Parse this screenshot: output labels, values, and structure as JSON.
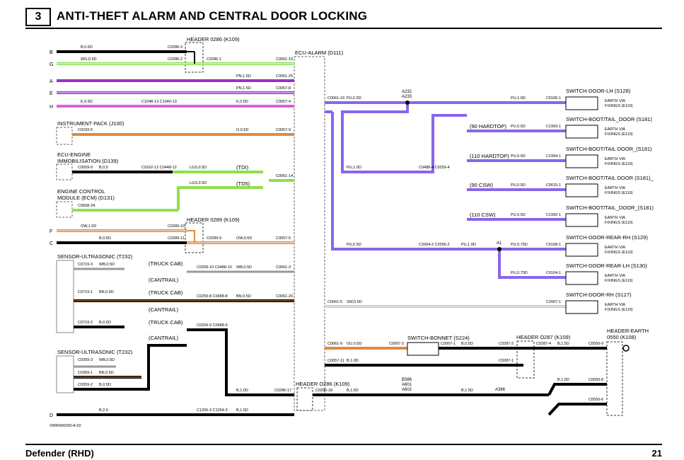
{
  "header": {
    "section_number": "3",
    "title": "ANTI-THEFT ALARM AND CENTRAL DOOR LOCKING"
  },
  "footer": {
    "model": "Defender (RHD)",
    "page": "21",
    "ref": "VWR000200-A-02"
  },
  "colors": {
    "purple": "#8866ee",
    "magenta": "#9b30c8",
    "pink": "#e060d8",
    "orange": "#e08a3c",
    "green": "#8ee04c",
    "grey": "#b8c2cc",
    "black": "#000000"
  },
  "components": {
    "header_k109": "HEADER 0286 (K109)",
    "ecu_alarm": "ECU-ALARM (D111)",
    "instrument_pack": "INSTRUMENT PACK (J100)",
    "ecu_engine_1": "ECU-ENGINE",
    "ecu_engine_2": "IMMOBILISATION (D139)",
    "ecm_1": "ENGINE CONTROL",
    "ecm_2": "MODULE (ECM) (D131)",
    "header_0289": "HEADER 0289 (K109)",
    "sensor_us_1": "SENSOR-ULTRASONIC (T232)",
    "sensor_us_2": "SENSOR-ULTRASONIC (T232)",
    "header_0286_bottom": "HEADER O286 (K109)",
    "switch_bonnet": "SWITCH-BONNET (S224)",
    "header_0287": "HEADER O287 (K109)",
    "header_earth_1": "HEADER-EARTH",
    "header_earth_2": "0550 (K108)",
    "sw_door_lh": "SWITCH-DOOR-LH (S128)",
    "sw_boot_1": "SWITCH-BOOT/TAIL_DOOR (S181)",
    "sw_boot_2": "SWITCH-BOOT/TAIL DOOR_(S181)",
    "sw_boot_3": "SWITCH-BOOT/TAIL DOOR (S181)_",
    "sw_boot_4": "SWITCH-BOOT/TAIL_DOOR_(S181)",
    "sw_rear_rh": "SWITCH-DOOR-REAR-RH (S129)",
    "sw_rear_lh": "SWITCH-DOOR-REAR-LH (S130)",
    "sw_door_rh": "SWITCH-DOOR-RH (S127)",
    "earth_1": "EARTH VIA",
    "earth_2": "FIXINGS (E110)"
  },
  "variants": {
    "hardtop90": "(90 HARDTOP)",
    "hardtop110": "(110 HARDTOP)",
    "csw90": "(90 CSW)",
    "csw110": "(110 CSW)",
    "tdi": "(TDI)",
    "td5": "(TD5)",
    "truck_cab": "(TRUCK CAB)",
    "cantrail": "(CANTRAIL)"
  },
  "connectors": [
    "B",
    "G",
    "A",
    "E",
    "H",
    "F",
    "C",
    "D"
  ],
  "wires": {
    "b05d": "B,0.5D",
    "wg05d": "WG,0.5D",
    "pn15d": "PN,1.5D",
    "pn15d_b": "PN,1.5D",
    "k05d": "K,0.5D",
    "k05d_b": "K,0.5D",
    "o05d": "O,0.5D",
    "b05s": "B,0.5",
    "lgs05d": "LGS,0.5D",
    "lgs05d_b": "LGS,0.5D",
    "ow10d": "OW,1.0D",
    "b05d_c": "B,0.5D",
    "ow05d": "OW,0.5D",
    "wb05d": "WB,0.5D",
    "wb05d_b": "WB,0.5D",
    "bn05d": "BN,0.5D",
    "bn05d_b": "BN,0.5D",
    "b05d_d": "B,0.5D",
    "b10d": "B,1.0D",
    "b15d": "B,1.5D",
    "b20": "B,2.0",
    "b15d_d": "B,1.5D",
    "pu05d": "PU,0.5D",
    "pu10d": "PU,1.0D",
    "pu10d_b": "PU,1.0D",
    "pu05d_b": "PU,0.5D",
    "pu05d_c": "PU,0.5D",
    "pu05d_d": "PU,0.5D",
    "pu05d_e": "PU,0.5D",
    "pu05d_f": "PU,0.5D",
    "pu10d_c": "PU,1.0D",
    "pu075d": "PU,0.75D",
    "pu075d_b": "PU,0.75D",
    "sw05d": "SW,0.5D",
    "ou05d": "OU,0.5D",
    "b05d_e": "B,0.5D",
    "b15d_e": "B,1.5D",
    "b15d_f": "B,1.5D",
    "b15d_g": "B,1.5D",
    "b15d_h": "B,1.5D",
    "b10d_b": "B,1.0D"
  },
  "pins": {
    "c0286_3": "C0286-3",
    "c0286_2": "C0286-2",
    "c0286_1": "C0286-1",
    "c0061_10": "C0061-10",
    "c0061_25": "C0061-25",
    "c0057_8": "C0057-8",
    "c1048_13": "C1048-13 C1040-13",
    "c0057_4": "C0057-4",
    "c0233_5": "C0233-5",
    "c0057_9": "C0057-9",
    "c0059_9": "C0059-9",
    "c0162_12": "C0162-12 C0448-12",
    "c0061_14": "C0061-14",
    "c0658_34": "C0658-34",
    "c0289_10": "C0289-10",
    "c0289_11": "C0289-11",
    "c0289_9": "C0289-9",
    "c0057_5": "C0057-5",
    "c0719_3": "C0719-3",
    "c0259_10": "C0259-10 C0488-10",
    "c0061_3": "C0061-3",
    "c0719_1": "C0719-1",
    "c0259_8": "C0259-8 C0488-8",
    "c0061_20": "C0061-20",
    "c0719_2": "C0719-2",
    "c0259_9": "C0259-9 C0488-9",
    "c0359_3": "C0359-3",
    "c0359_1": "C0359-1",
    "c0359_2": "C0359-2",
    "c0286_17": "C0286-17",
    "c0286_18": "C0286-18",
    "c1265_3": "C1265-3 C1264-3",
    "c0061_16": "C0061-16",
    "a232": "A232",
    "a233": "A233",
    "c0106_1": "C0106-1",
    "c1993_1": "C1993-1",
    "c0488_4": "C0488-4 C0259-4",
    "c1994_1": "C1994-1",
    "c0615_1": "C0615-1",
    "c1992_1": "C1992-1",
    "c2004_2": "C2004-2 C2005-2",
    "a1": "A1",
    "c0108_1": "C0108-1",
    "c0104_1": "C0104-1",
    "c0061_5": "C0061-5",
    "c2007_1": "C2007-1",
    "c0061_9": "C0061-9",
    "c0007_2": "C0007-2",
    "c0007_1": "C0007-1",
    "c0287_2": "C0287-2",
    "c0287_4": "C0287-4",
    "c0550_9": "C0550-9",
    "c0057_11": "C0057-11",
    "c0287_1": "C0287-1",
    "b386": "B386",
    "a601": "A601",
    "a602": "A602",
    "a386": "A386",
    "c0550_8": "C0550-8",
    "c0550_6": "C0550-6"
  }
}
